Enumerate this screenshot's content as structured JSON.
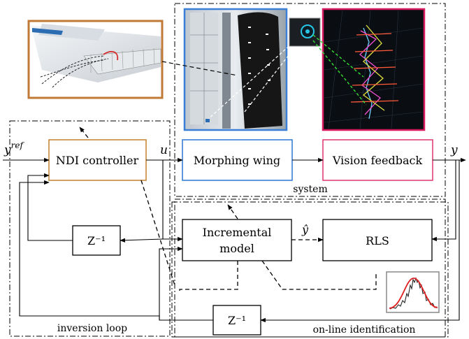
{
  "blocks": {
    "ndi_controller": "NDI controller",
    "morphing_wing": "Morphing wing",
    "vision_feedback": "Vision feedback",
    "incremental_model_line1": "Incremental",
    "incremental_model_line2": "model",
    "rls": "RLS",
    "delay_top": "Z⁻¹",
    "delay_bottom": "Z⁻¹"
  },
  "signals": {
    "y_ref": "y",
    "y_ref_sup": "ref",
    "u": "u",
    "y_out": "y",
    "y_hat": "ŷ"
  },
  "regions": {
    "system": "system",
    "inversion_loop": "inversion loop",
    "online_identification": "on-line identification"
  },
  "colors": {
    "ndi_border": "#c8893a",
    "wing_border": "#3a7fd5",
    "vision_border": "#e0407a",
    "wing_photo_border": "#3a7fd5",
    "vision_photo_border": "#d81b60",
    "cad_border": "#c07a35"
  }
}
